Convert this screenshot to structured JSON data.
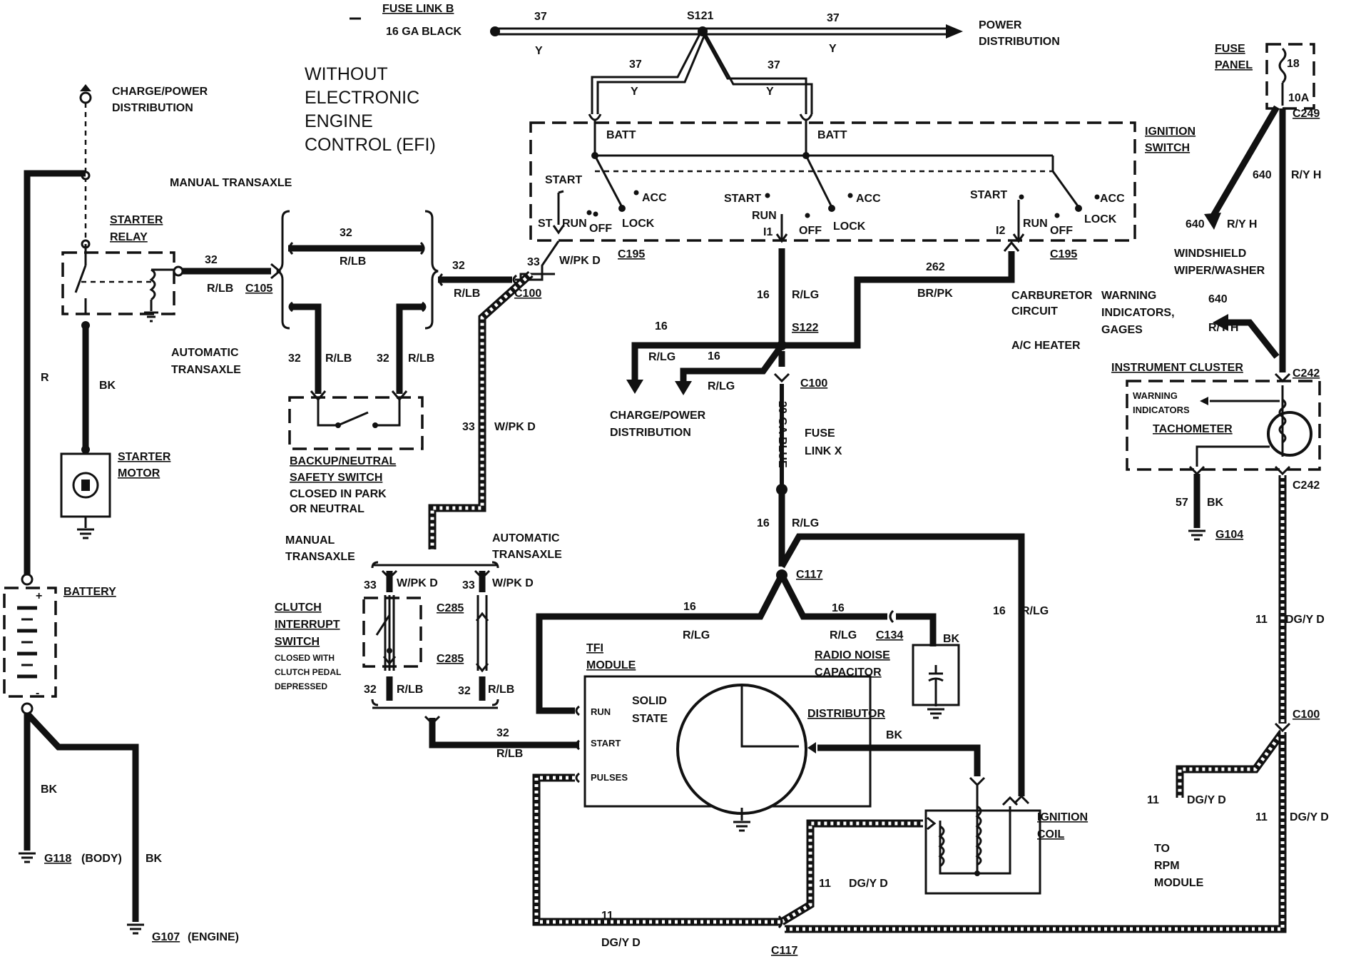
{
  "labels": {
    "fuse_link_b": "FUSE LINK B",
    "ga_black": "16 GA BLACK",
    "n37_left": "37",
    "s121": "S121",
    "n37_right": "37",
    "y_left": "Y",
    "y_right": "Y",
    "power_dist_1": "POWER",
    "power_dist_2": "DISTRIBUTION",
    "n37_drop_l": "37",
    "n37_drop_r": "37",
    "y_drop_l": "Y",
    "y_drop_r": "Y",
    "title_1": "WITHOUT",
    "title_2": "ELECTRONIC",
    "title_3": "ENGINE",
    "title_4": "CONTROL (EFI)",
    "charge_power_1": "CHARGE/POWER",
    "charge_power_2": "DISTRIBUTION",
    "manual_transaxle_top": "MANUAL TRANSAXLE",
    "starter_relay_1": "STARTER",
    "starter_relay_2": "RELAY",
    "n32_a": "32",
    "rlb_a": "R/LB",
    "c105": "C105",
    "n32_b": "32",
    "rlb_b": "R/LB",
    "n32_c": "32",
    "rlb_c": "R/LB",
    "n33_a": "33",
    "wpkd_a": "W/PK D",
    "c100_a": "C100",
    "c195_a": "C195",
    "auto_transaxle_1": "AUTOMATIC",
    "auto_transaxle_2": "TRANSAXLE",
    "n32_d": "32",
    "rlb_d": "R/LB",
    "n32_e": "32",
    "rlb_e": "R/LB",
    "r_label": "R",
    "bk_a": "BK",
    "backup_1": "BACKUP/NEUTRAL",
    "backup_2": "SAFETY SWITCH",
    "backup_3": "CLOSED IN PARK",
    "backup_4": "OR NEUTRAL",
    "starter_motor_1": "STARTER",
    "starter_motor_2": "MOTOR",
    "n33_b": "33",
    "wpkd_b": "W/PK D",
    "manual_transaxle_2a": "MANUAL",
    "manual_transaxle_2b": "TRANSAXLE",
    "auto_transaxle_3a": "AUTOMATIC",
    "auto_transaxle_3b": "TRANSAXLE",
    "battery": "BATTERY",
    "plus": "+",
    "minus": "-",
    "n33_c": "33",
    "wpkd_c": "W/PK D",
    "n33_d": "33",
    "wpkd_d": "W/PK D",
    "c285_a": "C285",
    "c285_b": "C285",
    "clutch_1": "CLUTCH",
    "clutch_2": "INTERRUPT",
    "clutch_3": "SWITCH",
    "clutch_4": "CLOSED WITH",
    "clutch_5": "CLUTCH PEDAL",
    "clutch_6": "DEPRESSED",
    "n32_f": "32",
    "rlb_f": "R/LB",
    "n32_g": "32",
    "rlb_g": "R/LB",
    "bk_b": "BK",
    "g118": "G118",
    "g118_tail": "(BODY)",
    "bk_c": "BK",
    "g107": "G107",
    "g107_tail": "(ENGINE)",
    "n32_h": "32",
    "rlb_h": "R/LB",
    "ign_switch_1": "IGNITION",
    "ign_switch_2": "SWITCH",
    "batt_l": "BATT",
    "batt_r": "BATT",
    "start_1": "START",
    "acc_1": "ACC",
    "st": "ST",
    "run_1": "RUN",
    "off_1": "OFF",
    "lock_1": "LOCK",
    "start_2": "START",
    "acc_2": "ACC",
    "run_2": "RUN",
    "i1": "I1",
    "off_2": "OFF",
    "lock_2": "LOCK",
    "start_3": "START",
    "acc_3": "ACC",
    "i2": "I2",
    "run_3": "RUN",
    "off_3": "OFF",
    "lock_3": "LOCK",
    "c195_b": "C195",
    "n16_a": "16",
    "rlg_a": "R/LG",
    "n262": "262",
    "brpk": "BR/PK",
    "carb_1": "CARBURETOR",
    "carb_2": "CIRCUIT",
    "ac_heater": "A/C HEATER",
    "n16_b": "16",
    "s122": "S122",
    "rlg_b": "R/LG",
    "n16_c": "16",
    "rlg_c": "R/LG",
    "c100_b": "C100",
    "charge2_1": "CHARGE/POWER",
    "charge2_2": "DISTRIBUTION",
    "ga_blue": "20 GA BLUE",
    "fuse_x_1": "FUSE",
    "fuse_x_2": "LINK X",
    "n16_d": "16",
    "rlg_d": "R/LG",
    "c117_a": "C117",
    "n16_e": "16",
    "rlg_e": "R/LG",
    "n16_f": "16",
    "rlg_f": "R/LG",
    "c134": "C134",
    "bk_d": "BK",
    "radio_1": "RADIO NOISE",
    "radio_2": "CAPACITOR",
    "n16_g": "16",
    "rlg_g": "R/LG",
    "tfi_1": "TFI",
    "tfi_2": "MODULE",
    "run_tfi": "RUN",
    "start_tfi": "START",
    "pulses_tfi": "PULSES",
    "solid_1": "SOLID",
    "solid_2": "STATE",
    "distributor": "DISTRIBUTOR",
    "bk_e": "BK",
    "ign_coil_1": "IGNITION",
    "ign_coil_2": "COIL",
    "n11_a": "11",
    "dgyd_a": "DG/Y D",
    "n11_b": "11",
    "dgyd_b": "DG/Y D",
    "c117_b": "C117",
    "fuse_panel_1": "FUSE",
    "fuse_panel_2": "PANEL",
    "n18": "18",
    "amp10": "10A",
    "c249": "C249",
    "n640_a": "640",
    "ryh_a": "R/Y H",
    "n640_b": "640",
    "ryh_b": "R/Y H",
    "windshield_1": "WINDSHIELD",
    "windshield_2": "WIPER/WASHER",
    "n640_c": "640",
    "ryh_c": "R/Y H",
    "warn_1": "WARNING",
    "warn_2": "INDICATORS,",
    "warn_3": "GAGES",
    "inst_cluster": "INSTRUMENT CLUSTER",
    "c242_a": "C242",
    "warn_ind_1": "WARNING",
    "warn_ind_2": "INDICATORS",
    "tacho": "TACHOMETER",
    "c242_b": "C242",
    "n57": "57",
    "bk_f": "BK",
    "g104": "G104",
    "n11_c": "11",
    "dgyd_c": "DG/Y D",
    "c100_c": "C100",
    "n11_d": "11",
    "dgyd_d": "DG/Y D",
    "n11_e": "11",
    "dgyd_e": "DG/Y D",
    "to_1": "TO",
    "rpm_1": "RPM",
    "rpm_2": "MODULE"
  }
}
